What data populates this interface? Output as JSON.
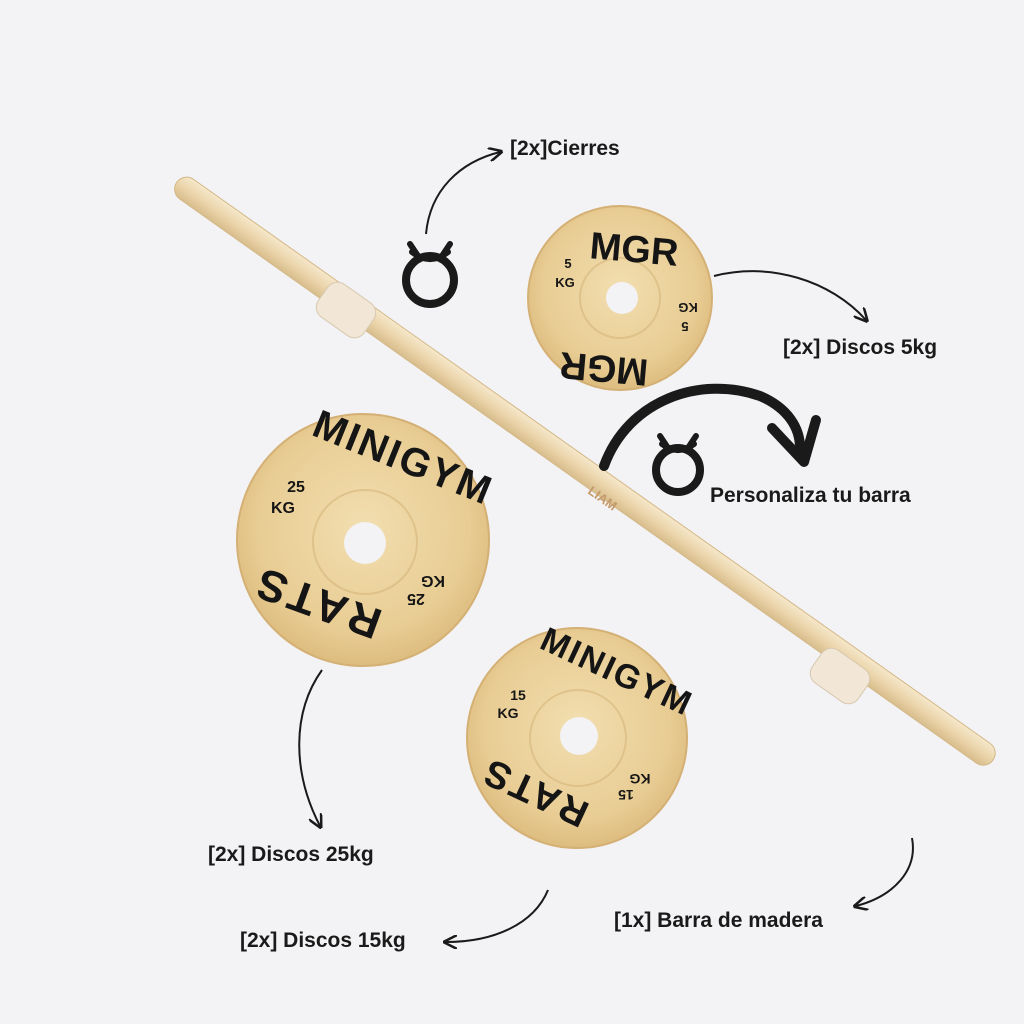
{
  "labels": {
    "clamps": "[2x]Cierres",
    "plates_5kg": "[2x] Discos 5kg",
    "customize": "Personaliza tu barra",
    "plates_25kg": "[2x] Discos 25kg",
    "bar": "[1x] Barra de madera",
    "plates_15kg": "[2x] Discos 15kg"
  },
  "bar": {
    "engraving": "LIAM"
  },
  "plate_5kg": {
    "top_text": "MGR",
    "bottom_text": "MGR",
    "weight": "5",
    "unit": "KG"
  },
  "plate_25kg": {
    "top_text": "MINIGYM",
    "bottom_text": "RATS",
    "weight": "25",
    "unit": "KG"
  },
  "plate_15kg": {
    "top_text": "MINIGYM",
    "bottom_text": "RATS",
    "weight": "15",
    "unit": "KG"
  },
  "colors": {
    "background": "#f3f2f4",
    "wood": "#ead3a2",
    "ink": "#151515"
  }
}
